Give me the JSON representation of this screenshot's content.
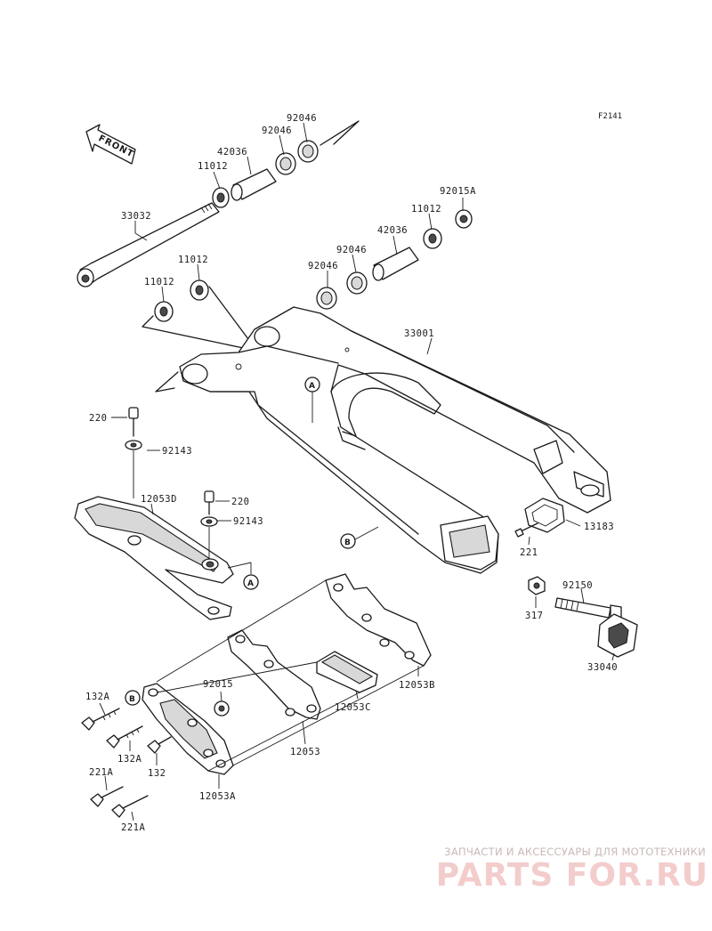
{
  "figure_code": "F2141",
  "front_label": "FRONT",
  "callouts": {
    "a": "A",
    "b": "B"
  },
  "labels": {
    "p92046_top": "92046",
    "p92046_mid": "92046",
    "p42036_top": "42036",
    "p11012_top": "11012",
    "p33032": "33032",
    "p92015a": "92015A",
    "p11012_right": "11012",
    "p42036_right": "42036",
    "p92046_r1": "92046",
    "p92046_r2": "92046",
    "p11012_left1": "11012",
    "p11012_left2": "11012",
    "p33001": "33001",
    "p220_a": "220",
    "p92143_a": "92143",
    "p12053d": "12053D",
    "p220_b": "220",
    "p92143_b": "92143",
    "p13183": "13183",
    "p221": "221",
    "p92150": "92150",
    "p317": "317",
    "p33040": "33040",
    "p12053b": "12053B",
    "p12053c": "12053C",
    "p92015": "92015",
    "p132a_1": "132A",
    "p132a_2": "132A",
    "p132": "132",
    "p12053": "12053",
    "p221a_1": "221A",
    "p221a_2": "221A",
    "p12053a": "12053A"
  },
  "watermark": {
    "tagline": "ЗАПЧАСТИ И АКСЕССУАРЫ ДЛЯ МОТОТЕХНИКИ",
    "brand": "PARTS FOR.RU"
  }
}
